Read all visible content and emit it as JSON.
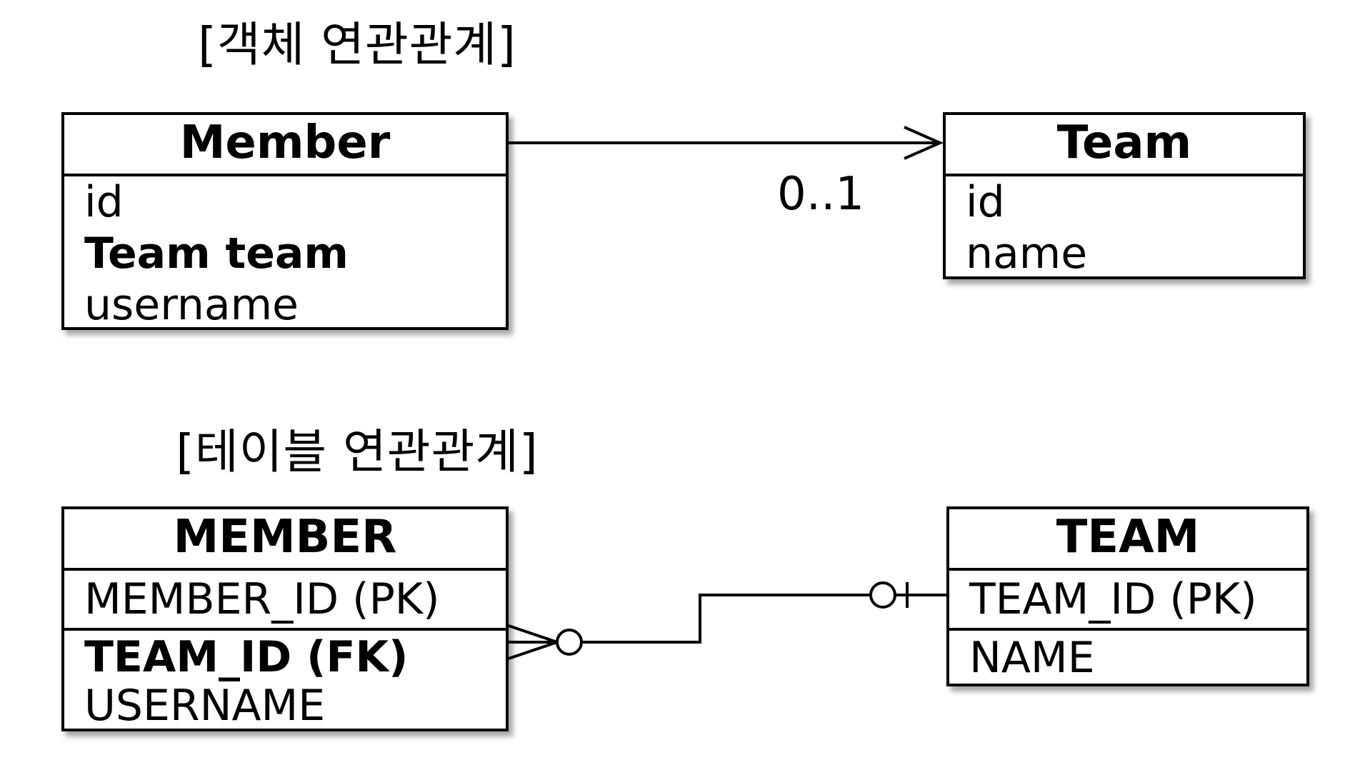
{
  "object_relation": {
    "title": "[객체 연관관계]",
    "member": {
      "name": "Member",
      "fields": [
        "id",
        "Team team",
        "username"
      ]
    },
    "team": {
      "name": "Team",
      "fields": [
        "id",
        "name"
      ]
    },
    "association": {
      "multiplicity": "0..1",
      "direction": "Member -> Team"
    }
  },
  "table_relation": {
    "title": "[테이블 연관관계]",
    "member": {
      "name": "MEMBER",
      "pk": "MEMBER_ID (PK)",
      "fk": "TEAM_ID (FK)",
      "other": "USERNAME"
    },
    "team": {
      "name": "TEAM",
      "pk": "TEAM_ID (PK)",
      "other": "NAME"
    },
    "relationship": "many-to-zero-or-one"
  }
}
